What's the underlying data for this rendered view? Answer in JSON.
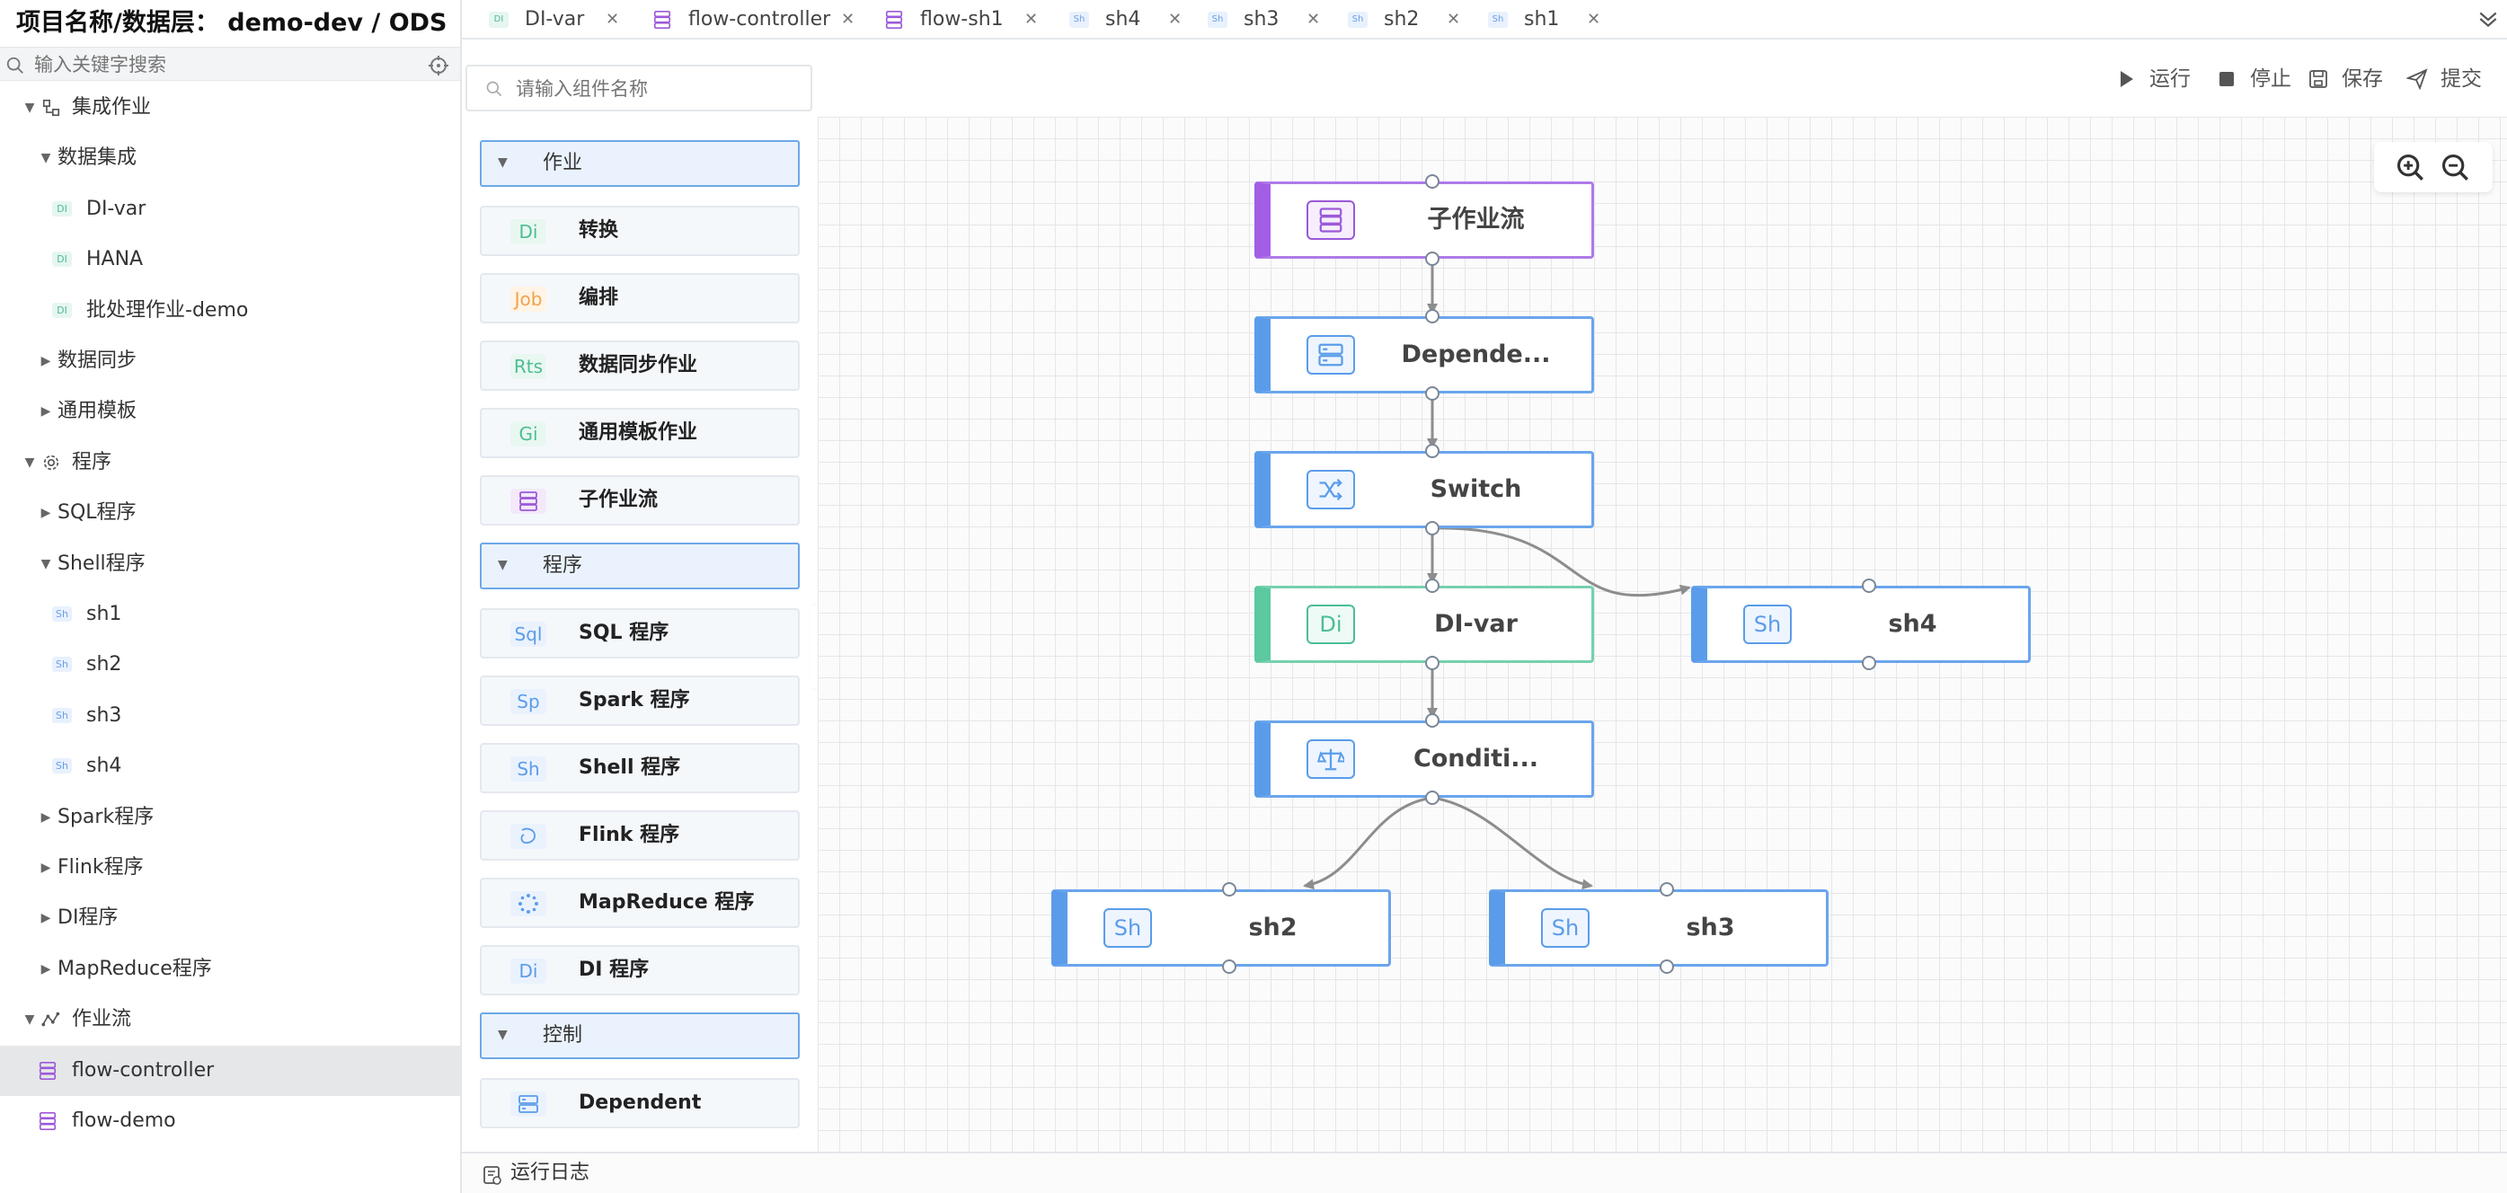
{
  "project": {
    "title": "项目名称/数据层：  demo-dev / ODS"
  },
  "tree_search": {
    "placeholder": "输入关键字搜索"
  },
  "tree": [
    {
      "label": "集成作业",
      "level": 0,
      "expanded": true,
      "icon": "integration-job-icon"
    },
    {
      "label": "数据集成",
      "level": 1,
      "expanded": true
    },
    {
      "label": "DI-var",
      "level": 2,
      "badge": "DI"
    },
    {
      "label": "HANA",
      "level": 2,
      "badge": "DI"
    },
    {
      "label": "批处理作业-demo",
      "level": 2,
      "badge": "DI"
    },
    {
      "label": "数据同步",
      "level": 1,
      "expanded": false
    },
    {
      "label": "通用模板",
      "level": 1,
      "expanded": false
    },
    {
      "label": "程序",
      "level": 0,
      "expanded": true,
      "icon": "gear-icon"
    },
    {
      "label": "SQL程序",
      "level": 1,
      "expanded": false
    },
    {
      "label": "Shell程序",
      "level": 1,
      "expanded": true
    },
    {
      "label": "sh1",
      "level": 2,
      "badge": "Sh"
    },
    {
      "label": "sh2",
      "level": 2,
      "badge": "Sh"
    },
    {
      "label": "sh3",
      "level": 2,
      "badge": "Sh"
    },
    {
      "label": "sh4",
      "level": 2,
      "badge": "Sh"
    },
    {
      "label": "Spark程序",
      "level": 1,
      "expanded": false
    },
    {
      "label": "Flink程序",
      "level": 1,
      "expanded": false
    },
    {
      "label": "DI程序",
      "level": 1,
      "expanded": false
    },
    {
      "label": "MapReduce程序",
      "level": 1,
      "expanded": false
    },
    {
      "label": "作业流",
      "level": 0,
      "expanded": true,
      "icon": "workflow-icon"
    },
    {
      "label": "flow-controller",
      "level": 1,
      "flow": true,
      "selected": true
    },
    {
      "label": "flow-demo",
      "level": 1,
      "flow": true
    }
  ],
  "tabs": [
    {
      "label": "DI-var",
      "badge": "DI",
      "kind": "di"
    },
    {
      "label": "flow-controller",
      "badge": "",
      "kind": "flow"
    },
    {
      "label": "flow-sh1",
      "badge": "",
      "kind": "flow"
    },
    {
      "label": "sh4",
      "badge": "Sh",
      "kind": "sh"
    },
    {
      "label": "sh3",
      "badge": "Sh",
      "kind": "sh"
    },
    {
      "label": "sh2",
      "badge": "Sh",
      "kind": "sh"
    },
    {
      "label": "sh1",
      "badge": "Sh",
      "kind": "sh"
    }
  ],
  "palette": {
    "search_placeholder": "请输入组件名称",
    "groups": [
      {
        "label": "作业",
        "items": [
          {
            "label": "转换",
            "icon_text": "Di",
            "color": "#4cbd95",
            "bg": "#e9f7f1"
          },
          {
            "label": "编排",
            "icon_text": "Job",
            "color": "#f0a34a",
            "bg": "#fff4e6"
          },
          {
            "label": "数据同步作业",
            "icon_text": "Rts",
            "color": "#4cbd95",
            "bg": "#e9f7f1"
          },
          {
            "label": "通用模板作业",
            "icon_text": "Gi",
            "color": "#4cbd95",
            "bg": "#e9f7f1"
          },
          {
            "label": "子作业流",
            "icon_text": "",
            "icon": "subflow-icon",
            "color": "#9b59d9",
            "bg": "#f3e9fb"
          }
        ]
      },
      {
        "label": "程序",
        "items": [
          {
            "label": "SQL 程序",
            "icon_text": "Sql",
            "color": "#5b9cea",
            "bg": "#eaf2fd"
          },
          {
            "label": "Spark 程序",
            "icon_text": "Sp",
            "color": "#5b9cea",
            "bg": "#eaf2fd"
          },
          {
            "label": "Shell 程序",
            "icon_text": "Sh",
            "color": "#5b9cea",
            "bg": "#eaf2fd"
          },
          {
            "label": "Flink 程序",
            "icon_text": "",
            "icon": "flink-icon",
            "color": "#5b9cea",
            "bg": "#eaf2fd"
          },
          {
            "label": "MapReduce 程序",
            "icon_text": "",
            "icon": "mapreduce-icon",
            "color": "#5b9cea",
            "bg": "#eaf2fd"
          },
          {
            "label": "DI 程序",
            "icon_text": "Di",
            "color": "#5b9cea",
            "bg": "#eaf2fd"
          }
        ]
      },
      {
        "label": "控制",
        "items": [
          {
            "label": "Dependent",
            "icon_text": "",
            "icon": "dependent-icon",
            "color": "#5b9cea",
            "bg": "#eaf2fd"
          }
        ]
      }
    ]
  },
  "toolbar": [
    {
      "label": "运行",
      "icon": "play-icon"
    },
    {
      "label": "停止",
      "icon": "stop-icon"
    },
    {
      "label": "保存",
      "icon": "save-icon"
    },
    {
      "label": "提交",
      "icon": "submit-icon"
    }
  ],
  "flow": {
    "nodes": [
      {
        "id": "subflow",
        "label": "子作业流",
        "icon": "subflow-icon",
        "icon_text": "",
        "accent": "#a35ee6",
        "border": "#b07ae8",
        "icon_color": "#9b59d9"
      },
      {
        "id": "dependent",
        "label": "Depende...",
        "icon": "dependent-icon",
        "icon_text": "",
        "accent": "#5b9cea",
        "border": "#6aa5ec",
        "icon_color": "#5b9cea"
      },
      {
        "id": "switch",
        "label": "Switch",
        "icon": "switch-icon",
        "icon_text": "",
        "accent": "#5b9cea",
        "border": "#6aa5ec",
        "icon_color": "#5b9cea"
      },
      {
        "id": "divar",
        "label": "DI-var",
        "icon": "di-icon",
        "icon_text": "Di",
        "accent": "#5cc9a0",
        "border": "#76d1ae",
        "icon_color": "#4cbd95"
      },
      {
        "id": "sh4",
        "label": "sh4",
        "icon": "shell-icon",
        "icon_text": "Sh",
        "accent": "#5b9cea",
        "border": "#6aa5ec",
        "icon_color": "#5b9cea"
      },
      {
        "id": "condition",
        "label": "Conditi...",
        "icon": "condition-icon",
        "icon_text": "",
        "accent": "#5b9cea",
        "border": "#6aa5ec",
        "icon_color": "#5b9cea"
      },
      {
        "id": "sh2",
        "label": "sh2",
        "icon": "shell-icon",
        "icon_text": "Sh",
        "accent": "#5b9cea",
        "border": "#6aa5ec",
        "icon_color": "#5b9cea"
      },
      {
        "id": "sh3",
        "label": "sh3",
        "icon": "shell-icon",
        "icon_text": "Sh",
        "accent": "#5b9cea",
        "border": "#6aa5ec",
        "icon_color": "#5b9cea"
      }
    ],
    "edges": [
      {
        "from": "subflow",
        "to": "dependent"
      },
      {
        "from": "dependent",
        "to": "switch"
      },
      {
        "from": "switch",
        "to": "divar"
      },
      {
        "from": "switch",
        "to": "sh4"
      },
      {
        "from": "divar",
        "to": "condition"
      },
      {
        "from": "condition",
        "to": "sh2"
      },
      {
        "from": "condition",
        "to": "sh3"
      }
    ]
  },
  "statusbar": {
    "label": "运行日志"
  }
}
